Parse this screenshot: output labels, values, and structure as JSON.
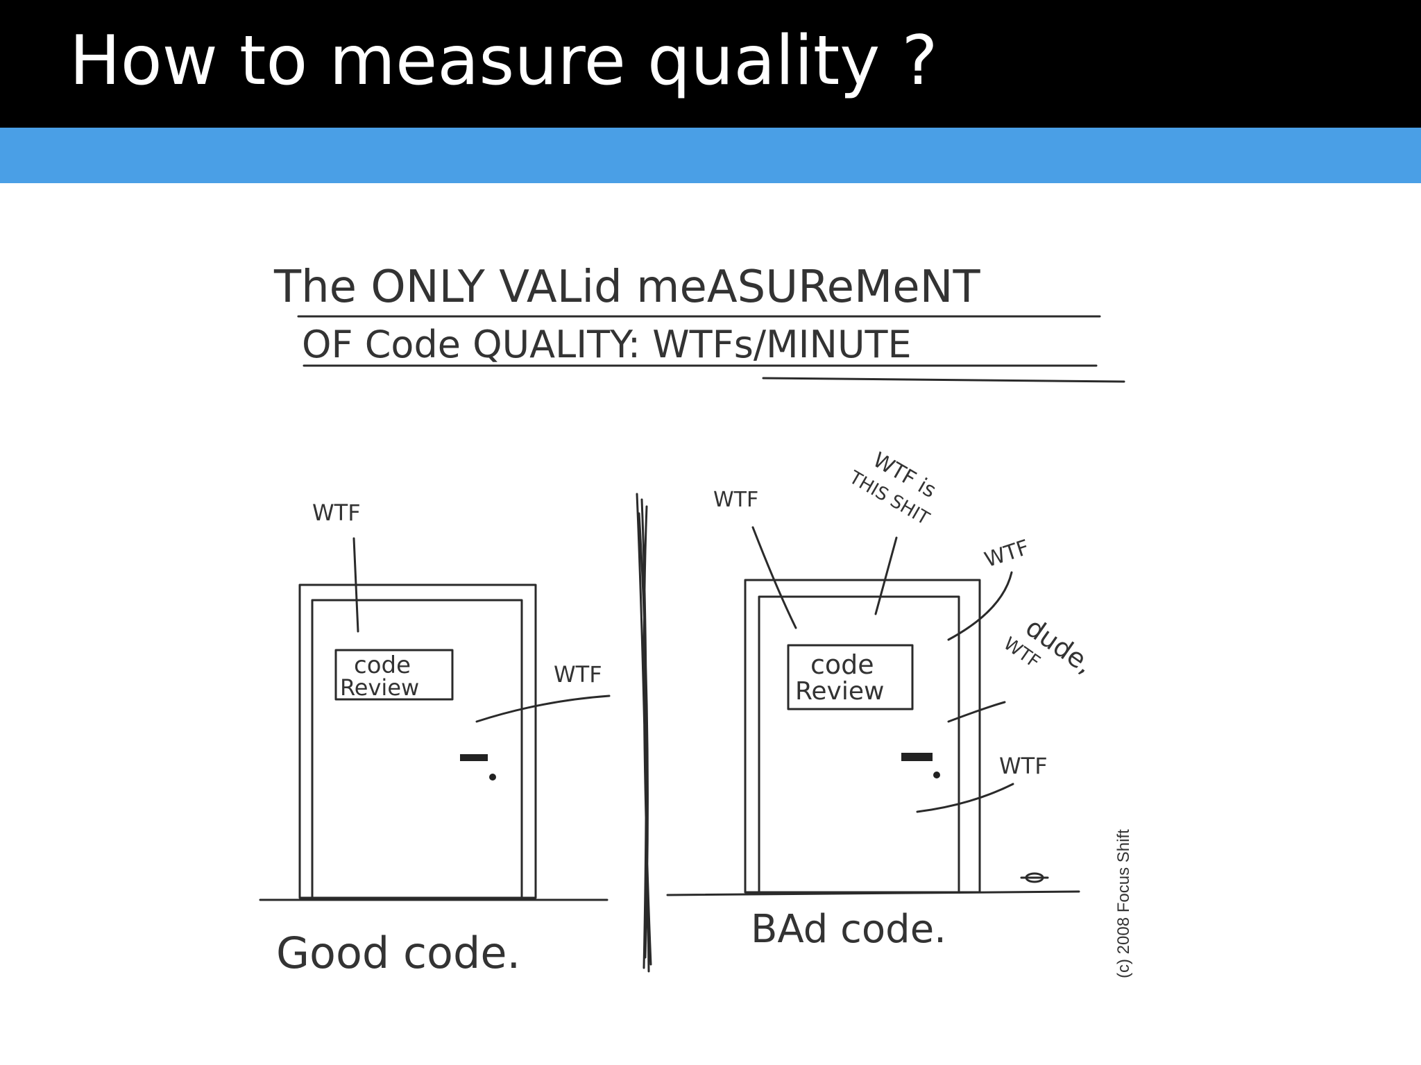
{
  "slide": {
    "title": "How to measure quality ?",
    "accent_color": "#4a9fe6",
    "title_bar_color": "#000000"
  },
  "cartoon": {
    "heading_line1": "The ONLY VALid meASUReMeNT",
    "heading_line2": "OF Code QUALITY: WTFs/MINUTE",
    "left_panel": {
      "caption": "Good code.",
      "sign_line1": "code",
      "sign_line2": "Review",
      "wtf_top": "WTF",
      "wtf_side": "WTF"
    },
    "right_panel": {
      "caption": "BAd code.",
      "sign_line1": "code",
      "sign_line2": "Review",
      "wtf_1": "WTF",
      "wtf_2_line1": "WTF is",
      "wtf_2_line2": "THIS SHIT",
      "wtf_3": "WTF",
      "dude": "dude,",
      "dude_wtf": "WTF",
      "wtf_4": "WTF"
    },
    "copyright": "(c) 2008 Focus Shift"
  }
}
